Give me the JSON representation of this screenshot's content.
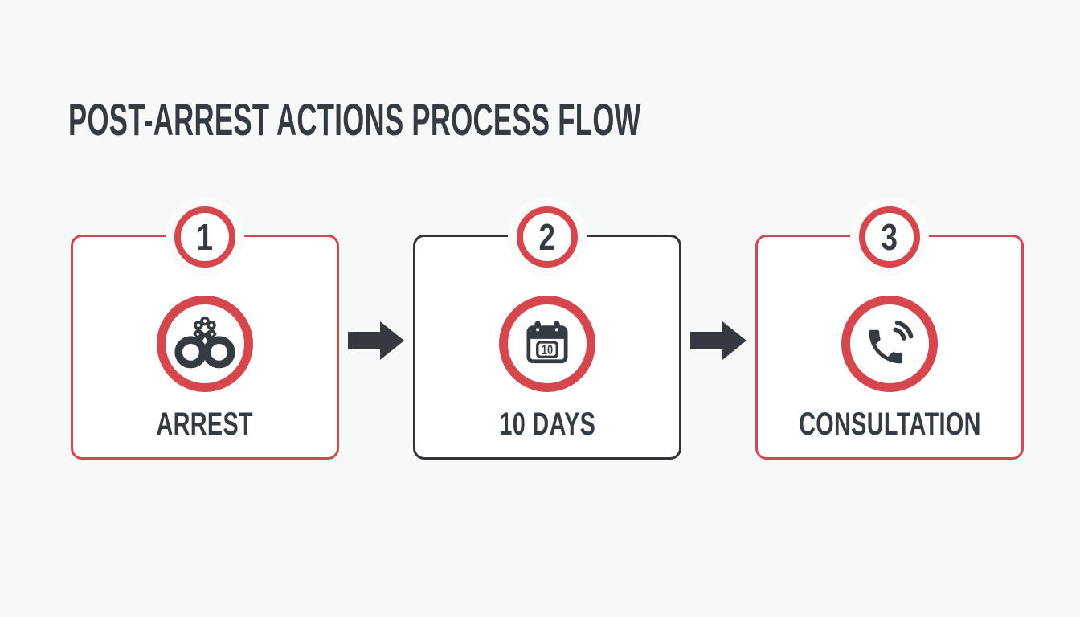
{
  "page": {
    "background_color": "#f7f8f8",
    "accent_red": "#d6464d",
    "charcoal": "#343b42"
  },
  "title": "POST-ARREST ACTIONS PROCESS FLOW",
  "steps": [
    {
      "number": "1",
      "label": "ARREST",
      "icon": "handcuffs-icon",
      "border": "red"
    },
    {
      "number": "2",
      "label": "10 DAYS",
      "icon": "calendar-icon",
      "border": "dark",
      "calendar_day": "10"
    },
    {
      "number": "3",
      "label": "CONSULTATION",
      "icon": "phone-icon",
      "border": "red"
    }
  ],
  "connectors": [
    {
      "icon": "arrow-right-icon"
    },
    {
      "icon": "arrow-right-icon"
    }
  ]
}
